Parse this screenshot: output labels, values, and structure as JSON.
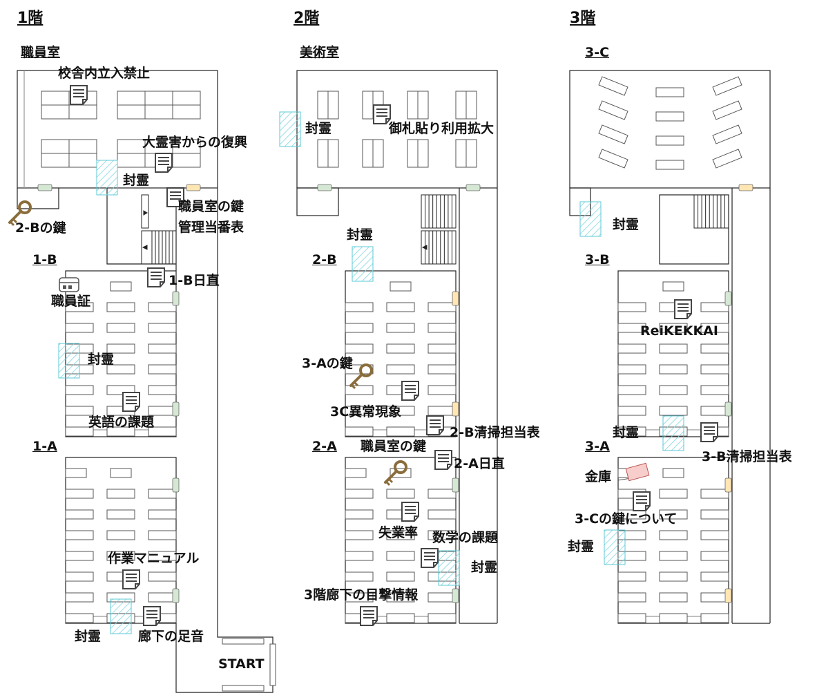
{
  "floors": {
    "f1": "1階",
    "f2": "2階",
    "f3": "3階"
  },
  "rooms": {
    "staff_room": "職員室",
    "r1b": "1-B",
    "r1a": "1-A",
    "art_room": "美術室",
    "r2b": "2-B",
    "r2a": "2-A",
    "r3c": "3-C",
    "r3b": "3-B",
    "r3a": "3-A"
  },
  "items": {
    "no_entry": "校舎内立入禁止",
    "recovery": "大霊害からの復興",
    "seal": "封霊",
    "key_2b": "2-Bの鍵",
    "staff_key_duty_1": "職員室の鍵",
    "staff_key_duty_2": "管理当番表",
    "duty_1b": "1-B日直",
    "staff_id": "職員証",
    "english_hw": "英語の課題",
    "work_manual": "作業マニュアル",
    "hall_footsteps": "廊下の足音",
    "start": "START",
    "talisman": "御札貼り利用拡大",
    "key_3a": "3-Aの鍵",
    "anomaly_3c": "3C異常現象",
    "cleaning_2b": "2-B清掃担当表",
    "staff_key": "職員室の鍵",
    "duty_2a": "2-A日直",
    "unemployment": "失業率",
    "math_hw": "数学の課題",
    "sighting_3f": "3階廊下の目撃情報",
    "reikekkai": "ReiKEKKAI",
    "cleaning_3b": "3-B清掃担当表",
    "safe": "金庫",
    "about_key_3c": "3-Cの鍵について"
  },
  "colors": {
    "wall": "#222222",
    "desk_fill": "#ffffff",
    "desk_stroke": "#555555",
    "seal_stroke": "#5bc8d6",
    "door_green": "#d5e8d4",
    "door_orange": "#ffe6b3",
    "key": "#8a6d3b",
    "safe_fill": "#f8cecc"
  },
  "icons": {
    "document": "document-icon",
    "key": "key-icon",
    "id_card": "id-card-icon",
    "safe": "safe-icon"
  }
}
